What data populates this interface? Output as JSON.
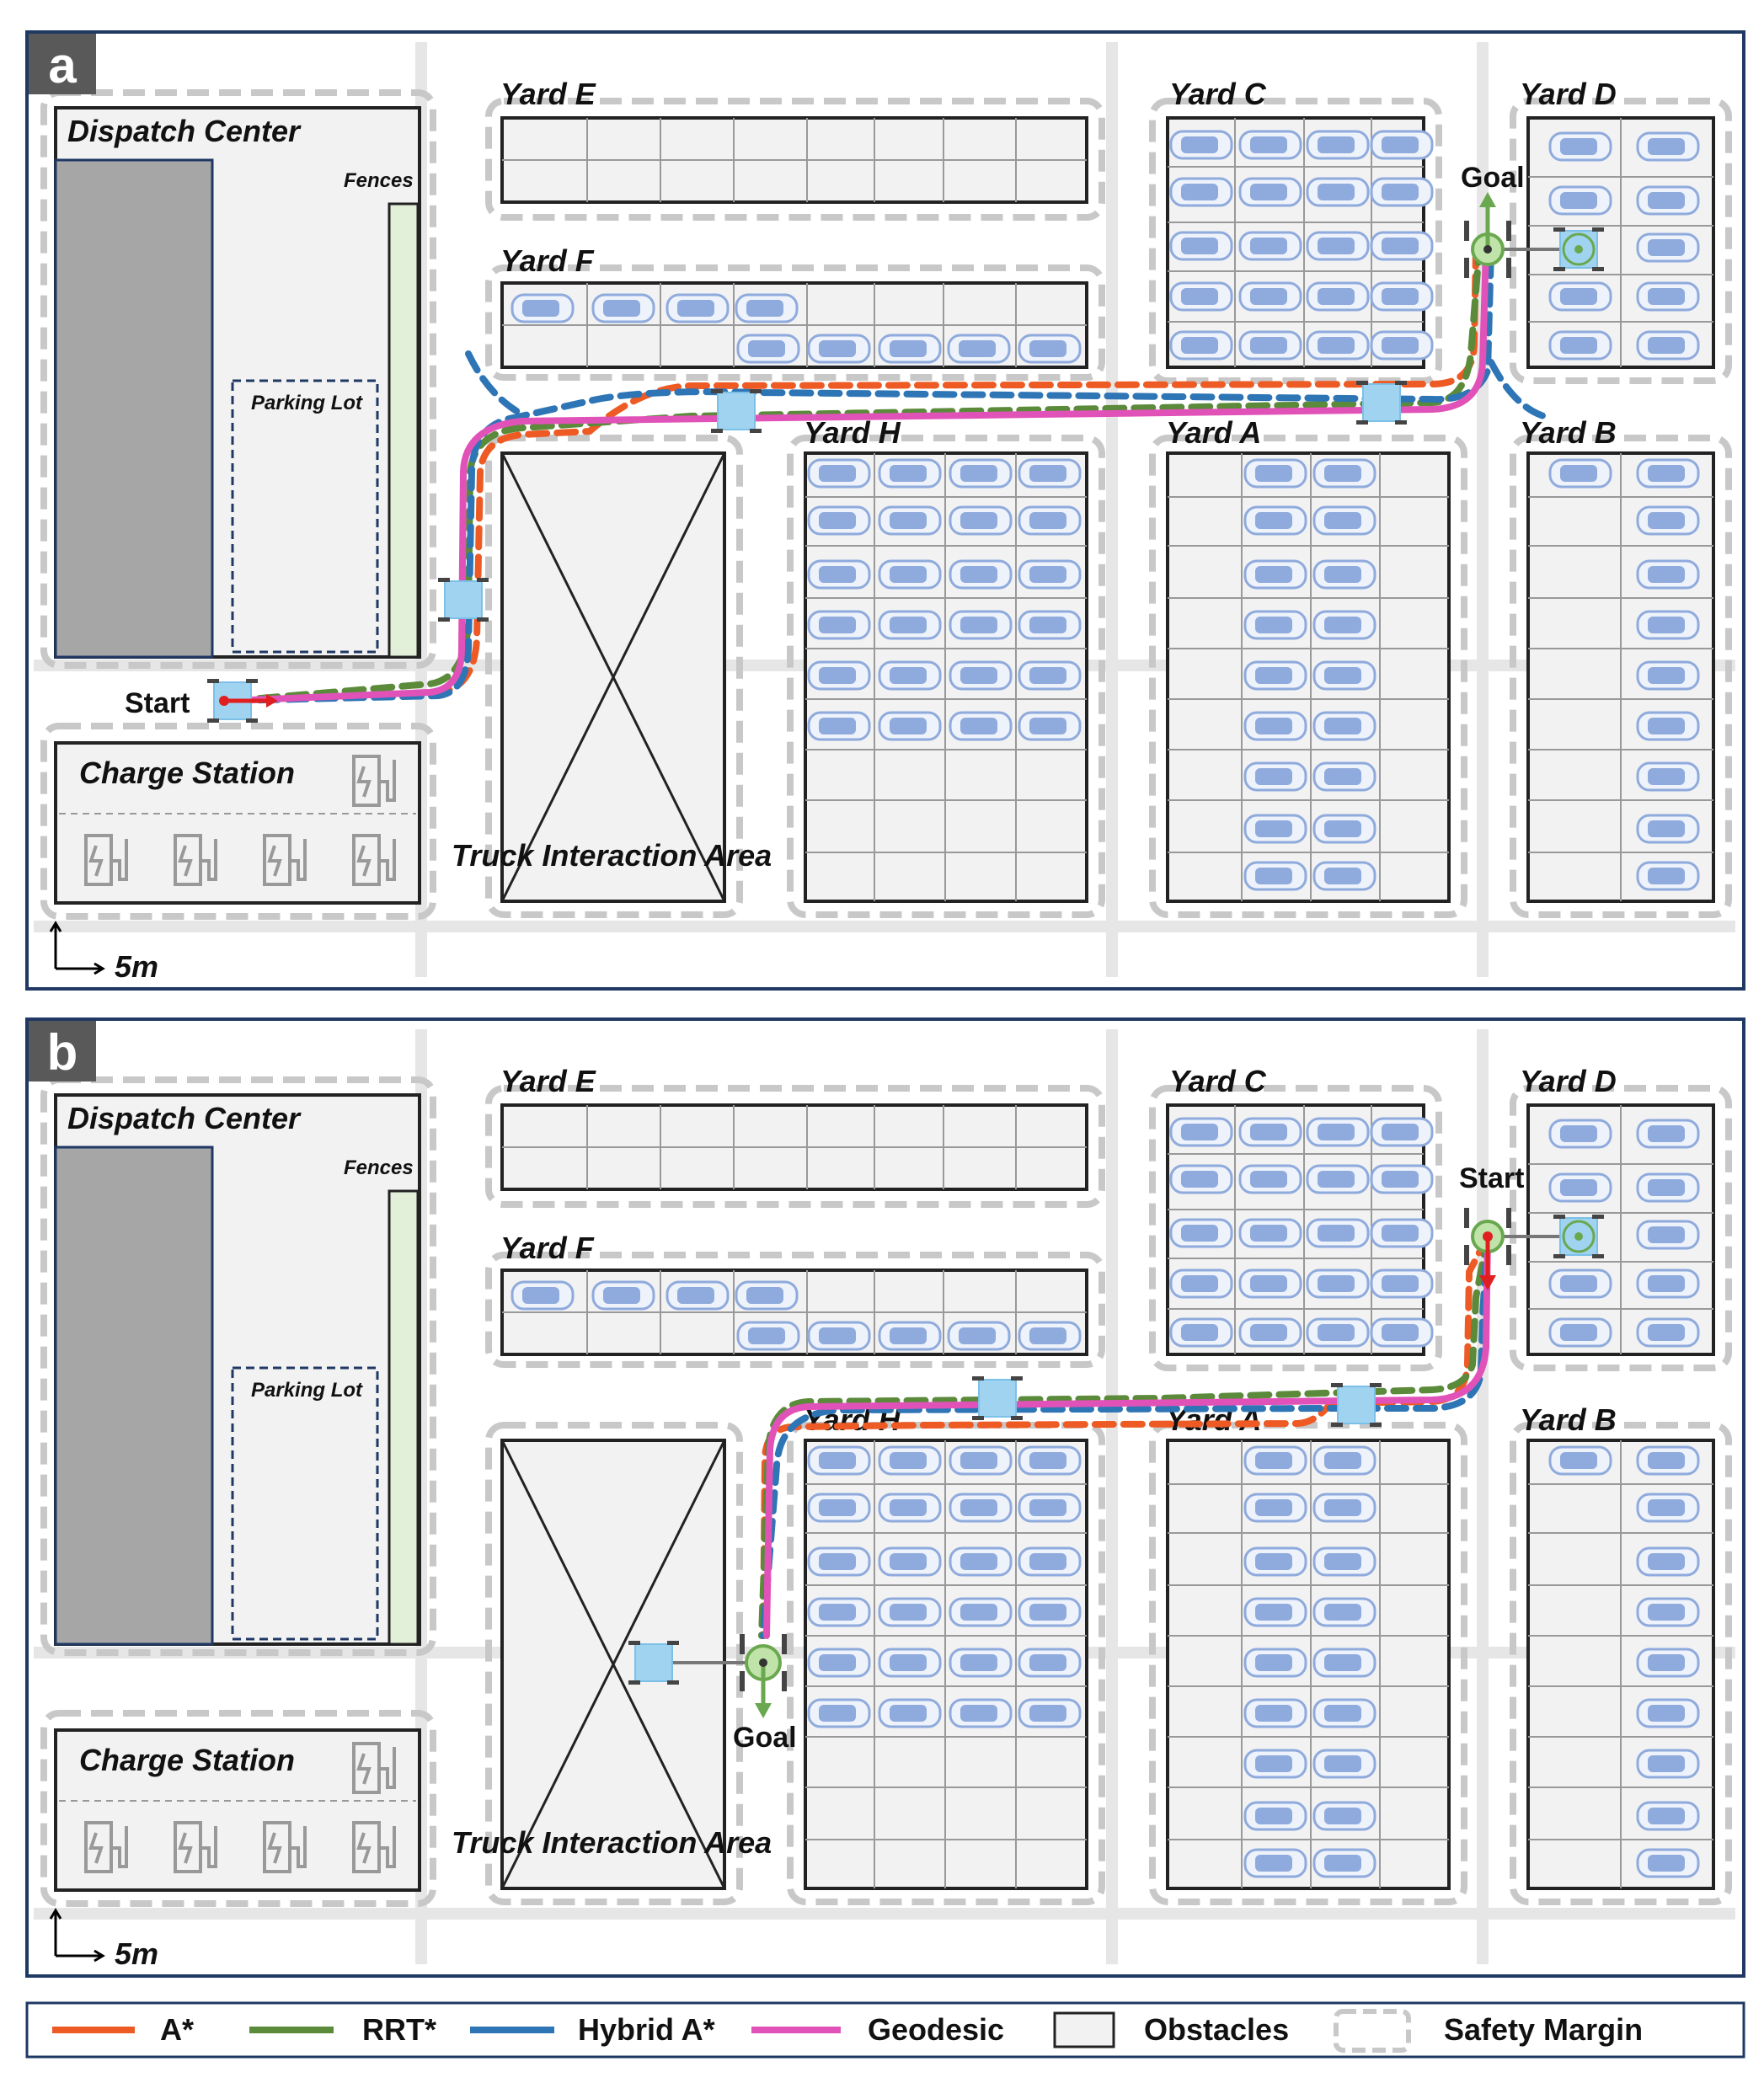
{
  "panels": [
    {
      "letter": "a",
      "dispatch_center": "Dispatch Center",
      "fences": "Fences",
      "parking_lot": "Parking Lot",
      "charge_station": "Charge Station",
      "truck_area": "Truck Interaction Area",
      "yards": [
        "Yard E",
        "Yard F",
        "Yard C",
        "Yard D",
        "Yard H",
        "Yard A",
        "Yard B"
      ],
      "start_label": "Start",
      "goal_label": "Goal",
      "scale": "5m"
    },
    {
      "letter": "b",
      "dispatch_center": "Dispatch Center",
      "fences": "Fences",
      "parking_lot": "Parking Lot",
      "charge_station": "Charge Station",
      "truck_area": "Truck Interaction Area",
      "yards": [
        "Yard E",
        "Yard F",
        "Yard C",
        "Yard D",
        "Yard H",
        "Yard A",
        "Yard B"
      ],
      "start_label": "Start",
      "goal_label": "Goal",
      "scale": "5m"
    }
  ],
  "legend": {
    "items": [
      {
        "label": "A*",
        "color": "#ee5a24"
      },
      {
        "label": "RRT*",
        "color": "#5a8a3a"
      },
      {
        "label": "Hybrid A*",
        "color": "#2e75b6"
      },
      {
        "label": "Geodesic",
        "color": "#e052b8"
      }
    ],
    "obstacles": "Obstacles",
    "safety_margin": "Safety Margin"
  },
  "colors": {
    "astar": "#ee5a24",
    "rrt": "#5a8a3a",
    "hybrid": "#2e75b6",
    "geodesic": "#e052b8",
    "car": "#8faadc",
    "building": "#a6a6a6",
    "fence": "#e2efd9"
  }
}
